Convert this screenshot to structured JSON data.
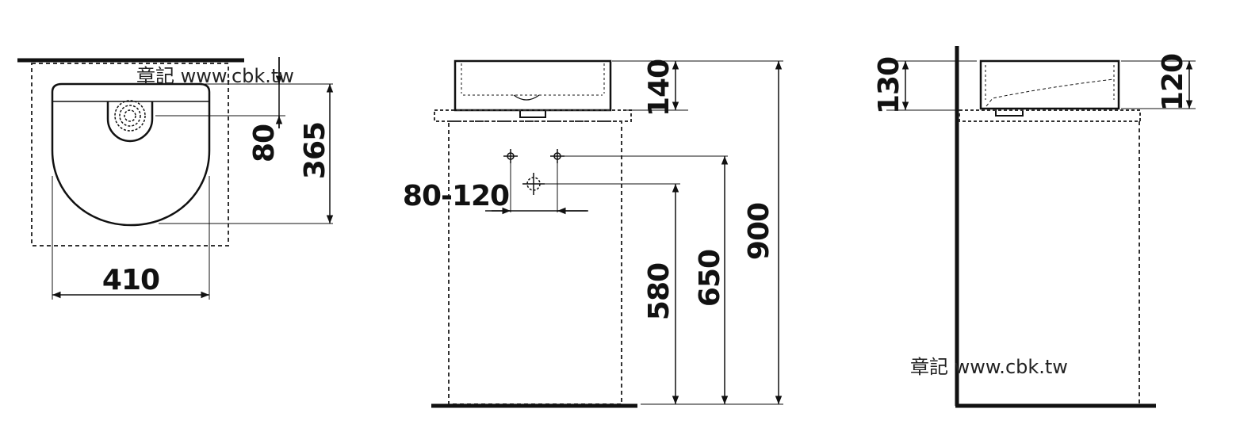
{
  "watermarks": {
    "top_left": "章記 www.cbk.tw",
    "bottom_right": "章記 www.cbk.tw"
  },
  "top_view": {
    "dim_width": "410",
    "dim_depth": "365",
    "dim_drain_offset": "80"
  },
  "front_view": {
    "dim_basin_height": "140",
    "dim_tap_spacing": "80-120",
    "dim_drain_height": "580",
    "dim_supply_height": "650",
    "dim_total_height": "900"
  },
  "side_view": {
    "dim_basin_height_left": "130",
    "dim_basin_height_right": "120"
  },
  "colors": {
    "line": "#111111",
    "dashed": "#333333"
  }
}
